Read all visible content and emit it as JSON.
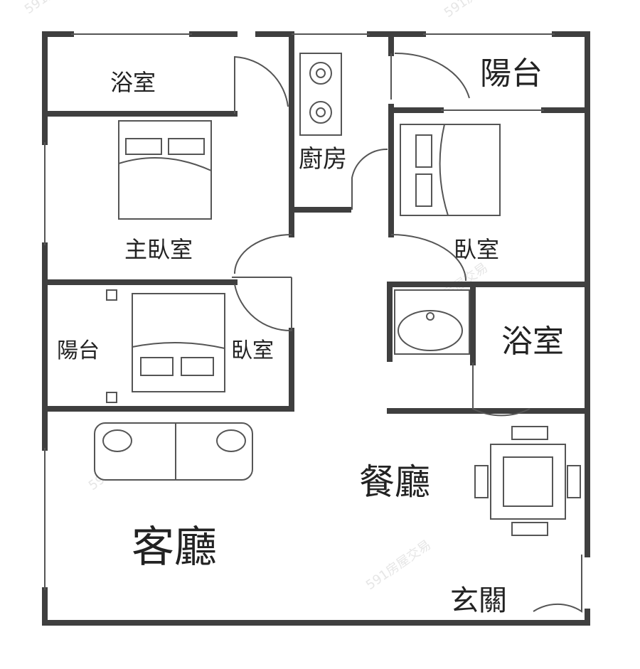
{
  "watermark": "591房屋交易",
  "rooms": {
    "bath_top": "浴室",
    "balcony_top": "陽台",
    "kitchen": "廚房",
    "master_bedroom": "主臥室",
    "bedroom_right": "臥室",
    "balcony_left": "陽台",
    "bedroom_left": "臥室",
    "bath_right": "浴室",
    "dining": "餐廳",
    "living": "客廳",
    "entrance": "玄關"
  },
  "colors": {
    "wall": "#3f3f3f",
    "line": "#555555"
  }
}
